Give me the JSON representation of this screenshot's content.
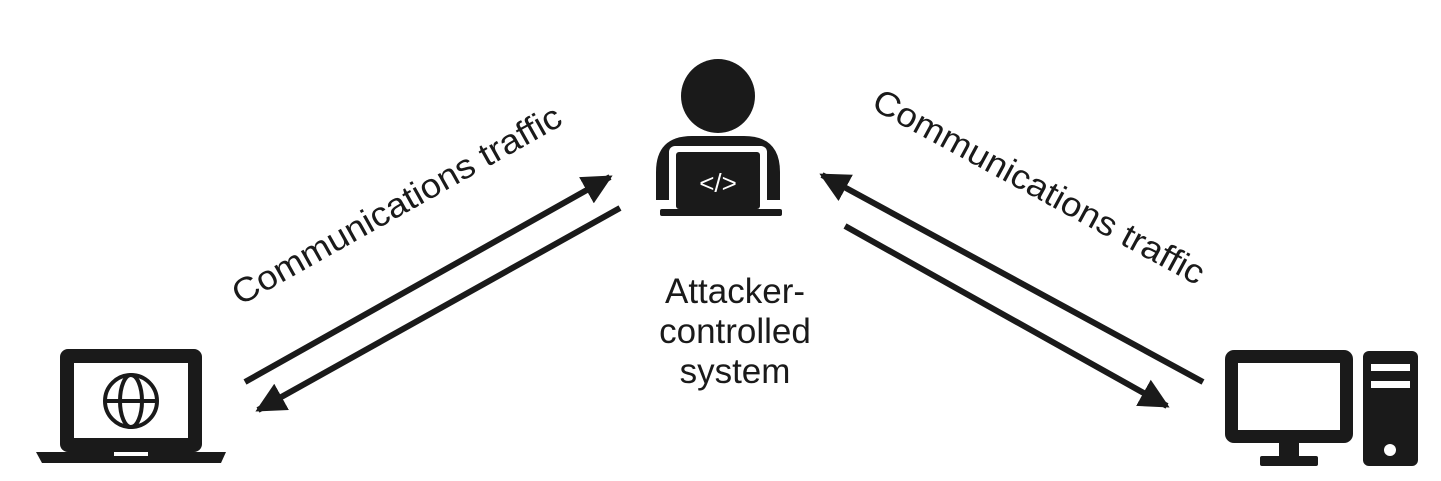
{
  "diagram": {
    "traffic_label_left": "Communications traffic",
    "traffic_label_right": "Communications traffic",
    "attacker_label_lines": [
      "Attacker-",
      "controlled",
      "system"
    ],
    "attacker_screen_glyph": "</>",
    "icons": {
      "attacker": "person-at-laptop-code-icon",
      "client": "laptop-globe-icon",
      "server": "desktop-computer-tower-icon",
      "arrows": "bidirectional-arrow-icon"
    },
    "colors": {
      "ink": "#1a1a1a",
      "background": "#ffffff"
    }
  }
}
